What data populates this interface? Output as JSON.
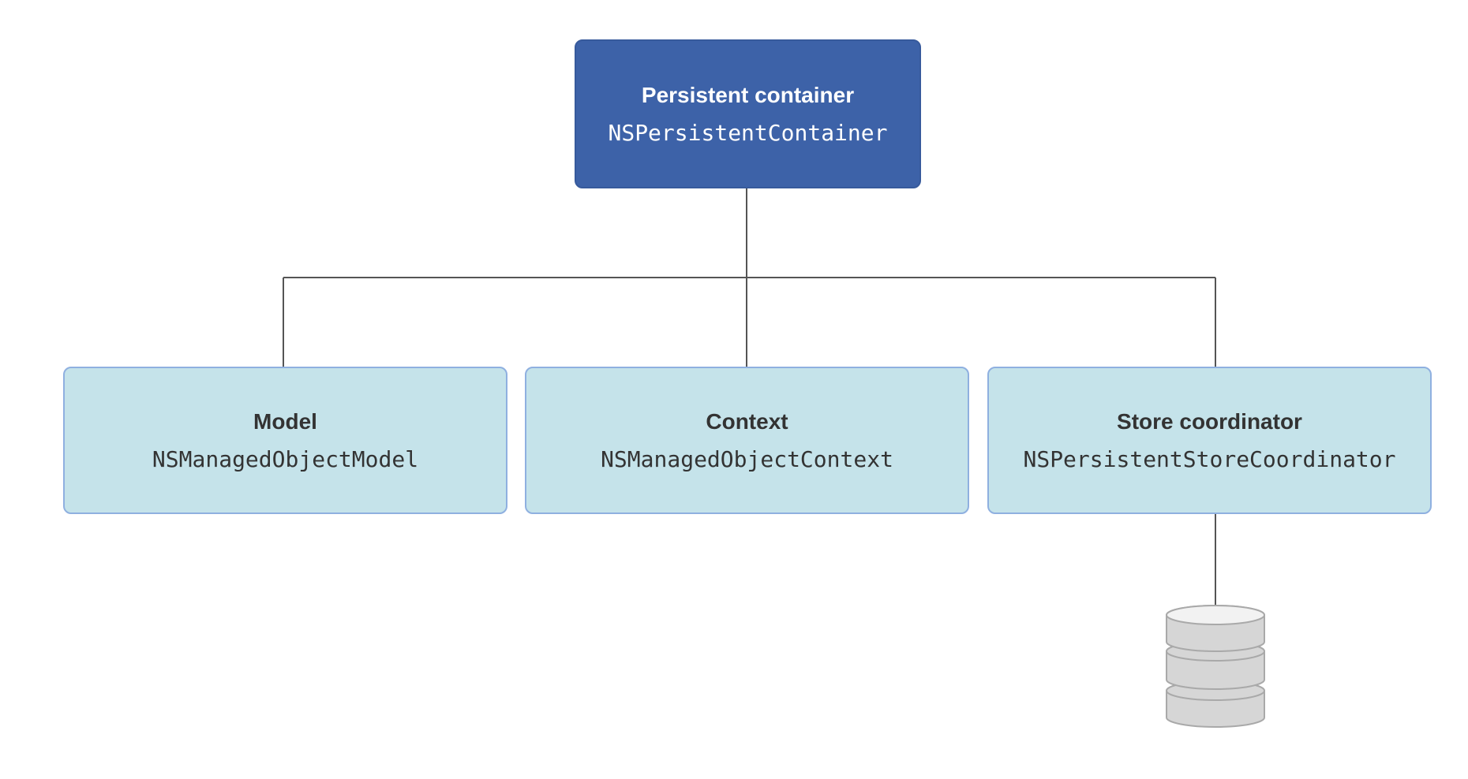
{
  "diagram": {
    "root": {
      "title": "Persistent container",
      "class_name": "NSPersistentContainer"
    },
    "children": [
      {
        "title": "Model",
        "class_name": "NSManagedObjectModel"
      },
      {
        "title": "Context",
        "class_name": "NSManagedObjectContext"
      },
      {
        "title": "Store coordinator",
        "class_name": "NSPersistentStoreCoordinator"
      }
    ],
    "store_icon": "database-icon"
  },
  "colors": {
    "root_fill": "#3d62a8",
    "child_fill": "#c5e3ea",
    "child_border": "#8fb0e0",
    "connector": "#555555",
    "database_fill": "#d6d6d6",
    "database_stroke": "#a9a9a9"
  }
}
